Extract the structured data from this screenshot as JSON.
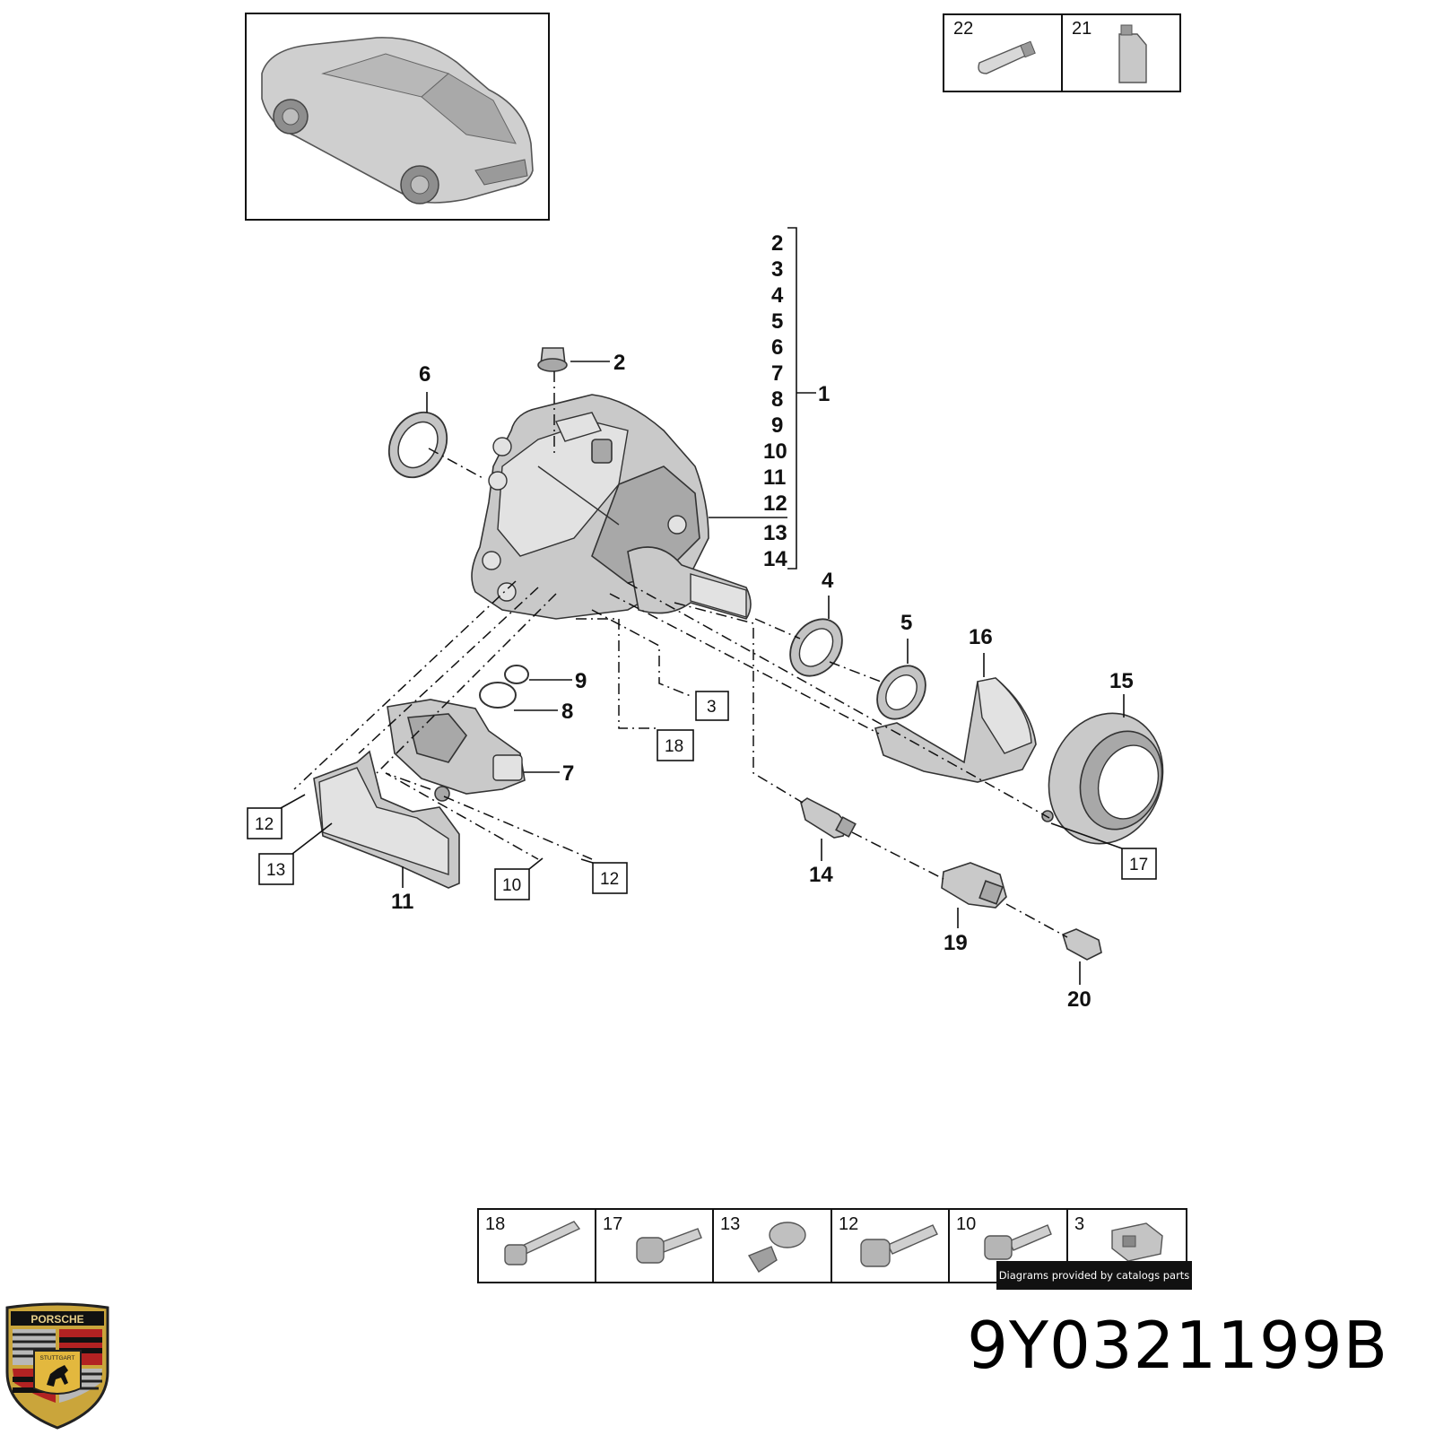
{
  "part_number": "9Y0321199B",
  "credit": "Diagrams provided by catalogs parts",
  "logo": {
    "brand_text": "PORSCHE",
    "city_text": "STUTTGART"
  },
  "group_list": [
    "2",
    "3",
    "4",
    "5",
    "6",
    "7",
    "8",
    "9",
    "10",
    "11",
    "12",
    "13",
    "14"
  ],
  "group_target": "1",
  "callouts": {
    "c1": "1",
    "c2": "2",
    "c4": "4",
    "c5": "5",
    "c6": "6",
    "c7": "7",
    "c8": "8",
    "c9": "9",
    "c11": "11",
    "c14": "14",
    "c15": "15",
    "c16": "16",
    "c19": "19",
    "c20": "20"
  },
  "boxed_callouts": {
    "b3": "3",
    "b18": "18",
    "b12a": "12",
    "b13": "13",
    "b10": "10",
    "b12b": "12",
    "b17": "17"
  },
  "top_table": [
    "22",
    "21"
  ],
  "bottom_table": [
    "18",
    "17",
    "13",
    "12",
    "10",
    "3"
  ]
}
